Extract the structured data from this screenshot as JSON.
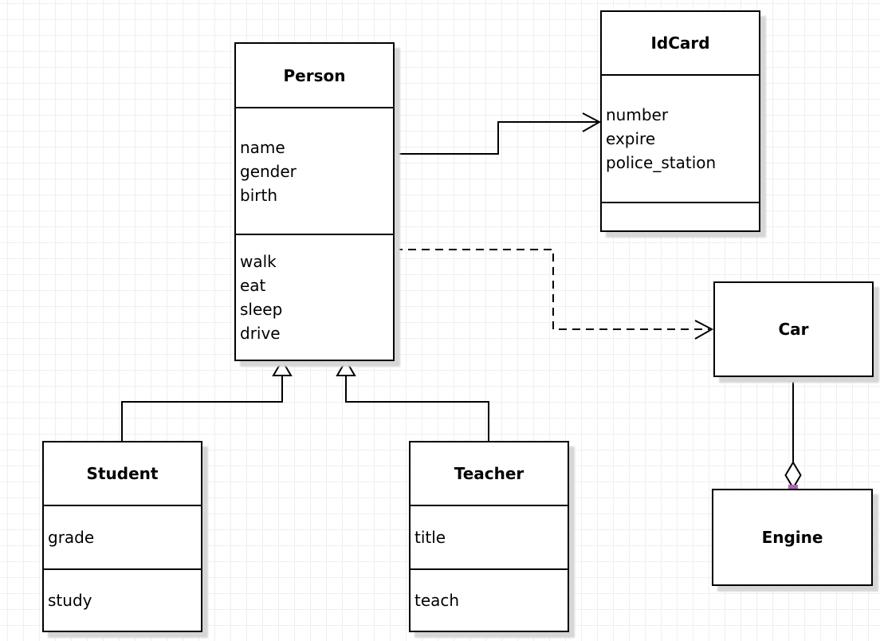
{
  "diagram": {
    "type": "uml-class-diagram",
    "classes": {
      "person": {
        "name": "Person",
        "attributes": [
          "name",
          "gender",
          "birth"
        ],
        "methods": [
          "walk",
          "eat",
          "sleep",
          "drive"
        ]
      },
      "idcard": {
        "name": "IdCard",
        "attributes": [
          "number",
          "expire",
          "police_station"
        ],
        "methods": []
      },
      "student": {
        "name": "Student",
        "attributes": [
          "grade"
        ],
        "methods": [
          "study"
        ]
      },
      "teacher": {
        "name": "Teacher",
        "attributes": [
          "title"
        ],
        "methods": [
          "teach"
        ]
      },
      "car": {
        "name": "Car",
        "attributes": [],
        "methods": []
      },
      "engine": {
        "name": "Engine",
        "attributes": [],
        "methods": []
      }
    },
    "relationships": [
      {
        "type": "association",
        "from": "Person",
        "to": "IdCard",
        "line": "solid",
        "arrowhead": "open-arrow"
      },
      {
        "type": "dependency",
        "from": "Person",
        "to": "Car",
        "line": "dashed",
        "arrowhead": "open-arrow"
      },
      {
        "type": "generalization",
        "from": "Student",
        "to": "Person",
        "line": "solid",
        "arrowhead": "hollow-triangle"
      },
      {
        "type": "generalization",
        "from": "Teacher",
        "to": "Person",
        "line": "solid",
        "arrowhead": "hollow-triangle"
      },
      {
        "type": "aggregation",
        "from": "Car",
        "to": "Engine",
        "line": "solid",
        "arrowhead": "hollow-diamond",
        "selected_endpoints": true
      }
    ],
    "colors": {
      "background": "#ffffff",
      "grid_line": "#efefef",
      "node_fill": "#ffffff",
      "node_stroke": "#000000",
      "shadow": "#d6d6d6",
      "endpoint_handle": "#b266b2"
    }
  }
}
